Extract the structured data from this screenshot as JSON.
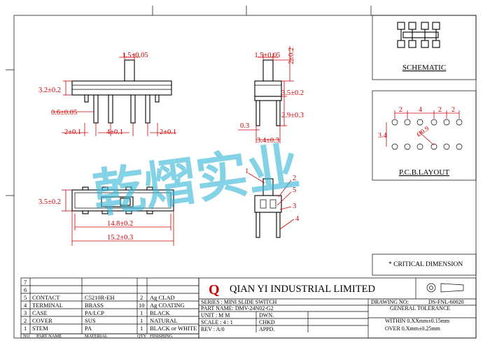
{
  "dimensions": {
    "front_lever_width": "1.5±0.05",
    "front_body_height": "3.2±0.2",
    "front_pin_width": "0.6±0.05",
    "front_pitch_left": "2±0.1",
    "front_pitch_mid": "4±0.1",
    "front_pitch_right": "2±0.1",
    "side_lever_width": "1.5±0.05",
    "side_lever_height": "2±0.2",
    "side_body_height": "3.5±0.2",
    "side_pin_len": "2.9±0.3",
    "side_pin_offset": "0.3",
    "side_pin_spacing": "3.4±0.3",
    "top_height": "3.5±0.2",
    "top_body_length": "14.8±0.2",
    "top_overall_length": "15.2±0.3"
  },
  "part_callouts": [
    "1",
    "2",
    "5",
    "3",
    "4"
  ],
  "schematic_label": "SCHEMATIC",
  "pcb": {
    "pitch_labels": [
      "2",
      "4",
      "2",
      "2"
    ],
    "row_spacing": "3.4",
    "hole_dia": "Ø0.9",
    "label": "P.C.B.LAYOUT"
  },
  "critical_note": "* CRITICAL  DIMENSION",
  "watermark": "乾熠实业",
  "bom": {
    "rows": [
      {
        "no": "7",
        "part": "",
        "material": "",
        "qty": "",
        "finishing": ""
      },
      {
        "no": "6",
        "part": "",
        "material": "",
        "qty": "",
        "finishing": ""
      },
      {
        "no": "5",
        "part": "CONTACT",
        "material": "C5210R-EH",
        "qty": "2",
        "finishing": "Ag  CLAD"
      },
      {
        "no": "4",
        "part": "TERMINAL",
        "material": "BRASS",
        "qty": "10",
        "finishing": "Ag  COATING"
      },
      {
        "no": "3",
        "part": "CASE",
        "material": "PA/LCP",
        "qty": "1",
        "finishing": "BLACK"
      },
      {
        "no": "2",
        "part": "COVER",
        "material": "SUS",
        "qty": "1",
        "finishing": "NATURAL"
      },
      {
        "no": "1",
        "part": "STEM",
        "material": "PA",
        "qty": "1",
        "finishing": "BLACK or WHITE"
      }
    ],
    "header": {
      "no": "NO",
      "part": "PART NAME",
      "material": "MATERIAL",
      "qty": "QTY",
      "finishing": "FINISHING"
    }
  },
  "title_block": {
    "company_name": "QIAN  YI  INDUSTRIAL  LIMITED",
    "logo_letter": "Q",
    "series": "SERIES : MINI SLIDE SWITCH",
    "part_name": "PART NAME: DMV-24N02-G2",
    "unit": "UNIT : M M",
    "dwn": "DWN.",
    "scale": "SCALE : 4 : 1",
    "chkd": "CHKD",
    "rev": "REV  : A/0",
    "appd": "APPD.",
    "drawing_no_label": "DRAWING NO:",
    "drawing_no": "DS-FNL-60020",
    "general_tolerance": "GENERAL TOLERANCE",
    "tolerance_1": "WITHIN 0.XXmm±0.15mm",
    "tolerance_2": "OVER   0.Xmm±0.25mm"
  }
}
